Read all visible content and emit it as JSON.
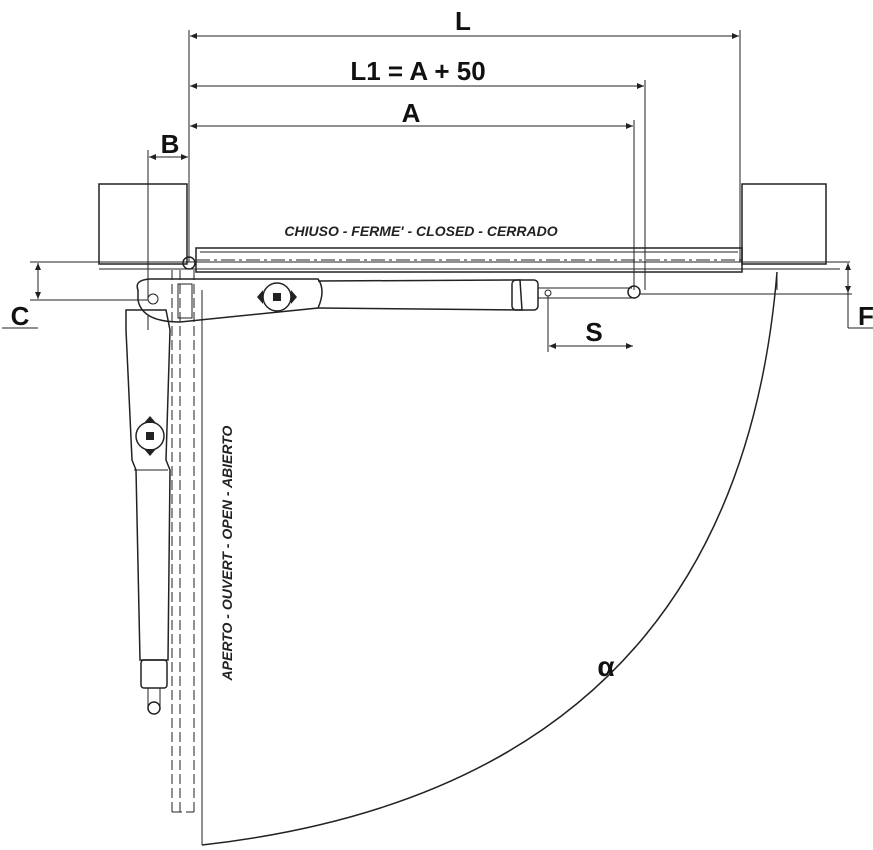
{
  "dimensions": {
    "L": "L",
    "L1": "L1 = A + 50",
    "A": "A",
    "B": "B",
    "C": "C",
    "F": "F",
    "S": "S"
  },
  "states": {
    "closed": "CHIUSO - FERME' - CLOSED - CERRADO",
    "open": "APERTO - OUVERT - OPEN - ABIERTO"
  },
  "angle_symbol": "α"
}
